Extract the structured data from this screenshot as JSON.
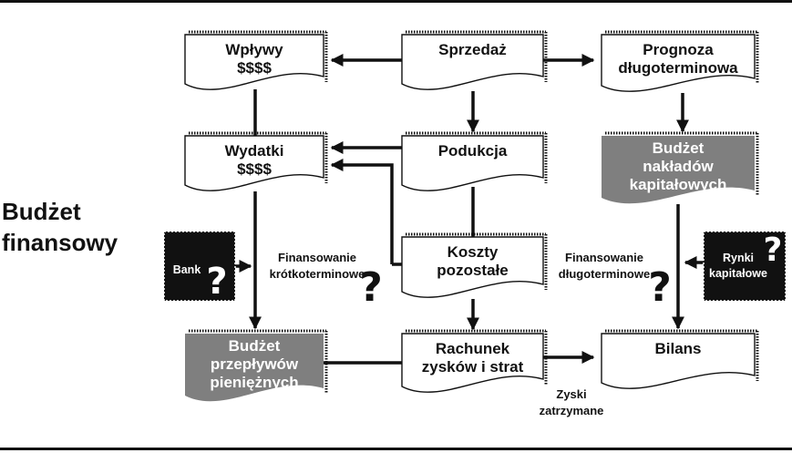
{
  "side_title": "Budżet\nfinansowy",
  "colors": {
    "ink": "#111111",
    "gray_fill": "#7f7f7f",
    "white_fill": "#ffffff"
  },
  "nodes": {
    "wplywy": {
      "lines": [
        "Wpływy",
        "$$$$"
      ]
    },
    "sprzedaz": {
      "lines": [
        "Sprzedaż"
      ]
    },
    "prognoza": {
      "lines": [
        "Prognoza",
        "długoterminowa"
      ]
    },
    "wydatki": {
      "lines": [
        "Wydatki",
        "$$$$"
      ]
    },
    "produkcja": {
      "lines": [
        "Podukcja"
      ]
    },
    "budzet_kap": {
      "lines": [
        "Budżet",
        "nakładów",
        "kapitałowych"
      ]
    },
    "koszty": {
      "lines": [
        "Koszty",
        "pozostałe"
      ]
    },
    "budzet_prz": {
      "lines": [
        "Budżet",
        "przepływów",
        "pieniężnych"
      ]
    },
    "rachunek": {
      "lines": [
        "Rachunek",
        "zysków i strat"
      ]
    },
    "bilans": {
      "lines": [
        "Bilans"
      ]
    }
  },
  "labels": {
    "fin_krotko": [
      "Finansowanie",
      "krótkoterminowe"
    ],
    "fin_dlugo": [
      "Finansowanie",
      "długoterminowe"
    ],
    "zyski": [
      "Zyski",
      "zatrzymane"
    ]
  },
  "badges": {
    "bank": {
      "text": [
        "Bank"
      ],
      "qmark": "?"
    },
    "rynki": {
      "text": [
        "Rynki",
        "kapitałowe"
      ],
      "qmark": "?"
    }
  },
  "qmarks": {
    "krotko": "?",
    "dlugo": "?"
  }
}
